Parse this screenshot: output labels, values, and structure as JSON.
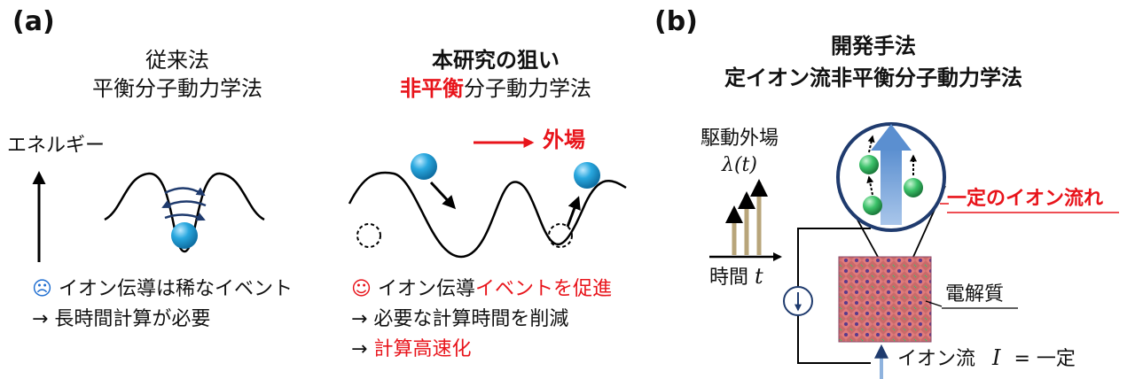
{
  "panel_a": {
    "label": "(a)",
    "conventional": {
      "line1": "従来法",
      "line2": "平衡分子動力学法",
      "energy_label": "エネルギー",
      "face": "☹",
      "bullet1": "イオン伝導は稀なイベント",
      "bullet2": "→ 長時間計算が必要"
    },
    "proposed": {
      "title": "本研究の狙い",
      "highlight": "非平衡",
      "rest": "分子動力学法",
      "field_label": "外場",
      "face": "☺",
      "bullet1_black": "イオン伝導",
      "bullet1_red": "イベントを促進",
      "bullet2": "→ 必要な計算時間を削減",
      "bullet3_arrow": "→ ",
      "bullet3_red": "計算高速化"
    }
  },
  "panel_b": {
    "label": "(b)",
    "title1": "開発手法",
    "title2": "定イオン流非平衡分子動力学法",
    "drive_label": "駆動外場",
    "lambda_label": "λ(t)",
    "time_label": "時間",
    "time_symbol": "t",
    "constant_flow_label": "一定のイオン流れ",
    "electrolyte_label": "電解質",
    "ion_current_label": "イオン流",
    "current_symbol": "I",
    "equals_const": "= 一定"
  },
  "colors": {
    "accent_red": "#e8141b",
    "ball_blue": "#29a8df",
    "ion_green": "#3cc26a",
    "flow_blue": "#6b9fd4",
    "field_tan": "#b8a57a",
    "navy": "#1f3b6e"
  }
}
